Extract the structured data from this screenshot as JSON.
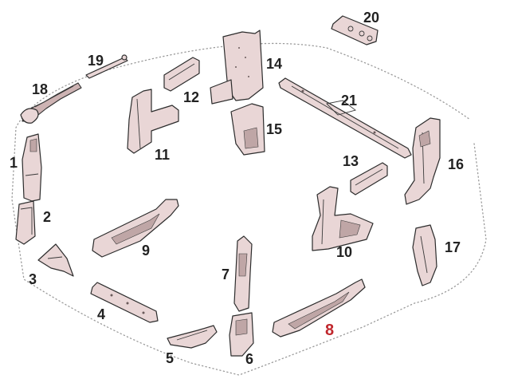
{
  "diagram": {
    "highlight_color": "#c0272d",
    "label_color": "#222222",
    "part_fill": "#e9d6d6",
    "highlighted_part": "8",
    "parts": [
      {
        "id": "p1",
        "label": "1"
      },
      {
        "id": "p2",
        "label": "2"
      },
      {
        "id": "p3",
        "label": "3"
      },
      {
        "id": "p4",
        "label": "4"
      },
      {
        "id": "p5",
        "label": "5"
      },
      {
        "id": "p6",
        "label": "6"
      },
      {
        "id": "p7",
        "label": "7"
      },
      {
        "id": "p8",
        "label": "8"
      },
      {
        "id": "p9",
        "label": "9"
      },
      {
        "id": "p10",
        "label": "10"
      },
      {
        "id": "p11",
        "label": "11"
      },
      {
        "id": "p12",
        "label": "12"
      },
      {
        "id": "p13",
        "label": "13"
      },
      {
        "id": "p14",
        "label": "14"
      },
      {
        "id": "p15",
        "label": "15"
      },
      {
        "id": "p16",
        "label": "16"
      },
      {
        "id": "p17",
        "label": "17"
      },
      {
        "id": "p18",
        "label": "18"
      },
      {
        "id": "p19",
        "label": "19"
      },
      {
        "id": "p20",
        "label": "20"
      },
      {
        "id": "p21",
        "label": "21"
      }
    ]
  }
}
